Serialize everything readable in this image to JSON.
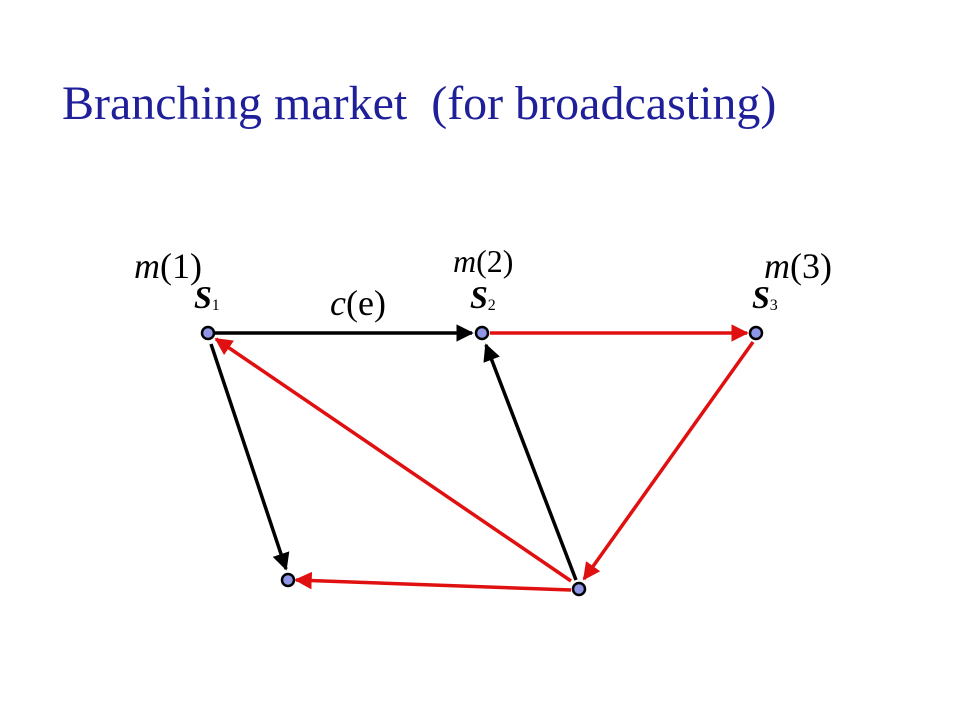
{
  "slide": {
    "title": "Branching market  (for broadcasting)"
  },
  "colors": {
    "title": "#1f1f9a",
    "black_edge": "#000000",
    "red_edge": "#e01010",
    "node_fill": "#8f96e8",
    "node_stroke": "#000000"
  },
  "diagram": {
    "node_labels": {
      "s1": {
        "letter": "S",
        "sub": "1"
      },
      "s2": {
        "letter": "S",
        "sub": "2"
      },
      "s3": {
        "letter": "S",
        "sub": "3"
      }
    },
    "multiplicity_labels": {
      "m1": {
        "fn": "m",
        "arg": "(1)"
      },
      "m2": {
        "fn": "m",
        "arg": "(2)"
      },
      "m3": {
        "fn": "m",
        "arg": "(3)"
      }
    },
    "edge_cost_label": {
      "fn": "c",
      "arg": "(e)"
    },
    "edges": [
      {
        "from": "s1",
        "to": "s2",
        "color": "black"
      },
      {
        "from": "s2",
        "to": "s3",
        "color": "red"
      },
      {
        "from": "s1",
        "to": "bottom-left",
        "color": "black"
      },
      {
        "from": "bottom-right",
        "to": "s2",
        "color": "black"
      },
      {
        "from": "bottom-right",
        "to": "s1",
        "color": "red"
      },
      {
        "from": "s3",
        "to": "bottom-right",
        "color": "red"
      },
      {
        "from": "bottom-right",
        "to": "bottom-left",
        "color": "red"
      }
    ]
  }
}
